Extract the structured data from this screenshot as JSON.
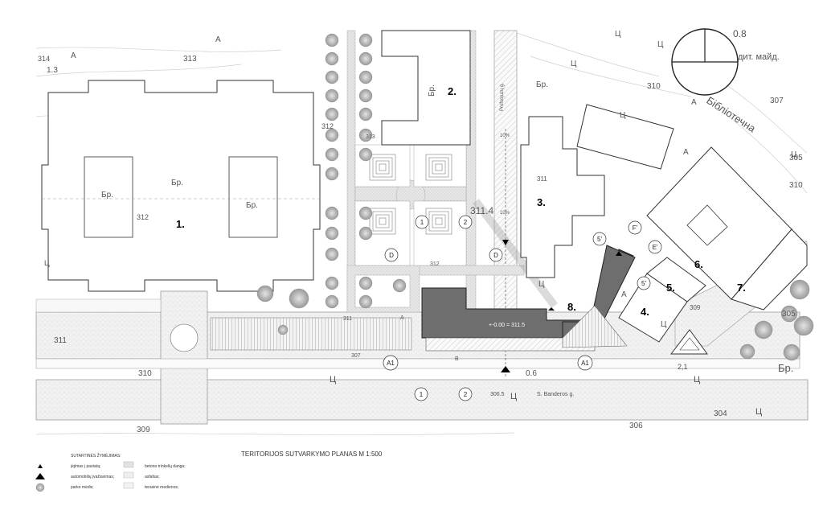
{
  "title": "TERITORIJOS SUTVARKYMO PLANAS M 1:500",
  "top_left_codes": [
    "313",
    "314",
    "1.3",
    "312",
    "311",
    "310",
    "309"
  ],
  "buildings": [
    {
      "id": "b1",
      "number": "1."
    },
    {
      "id": "b2",
      "number": "2."
    },
    {
      "id": "b3",
      "number": "3."
    },
    {
      "id": "b4",
      "number": "4."
    },
    {
      "id": "b5",
      "number": "5."
    },
    {
      "id": "b6",
      "number": "6."
    },
    {
      "id": "b7",
      "number": "7."
    },
    {
      "id": "b8",
      "number": "8."
    }
  ],
  "abbrev": {
    "br": "Бр.",
    "a": "А",
    "ts": "Ц"
  },
  "elevations": {
    "e313": "313",
    "e312a": "312",
    "e312b": "312",
    "e311": "311",
    "e310": "310",
    "e309": "309",
    "e307": "307",
    "e306": "306",
    "e304": "304",
    "e305": "305",
    "e310r": "310",
    "e307r": "307",
    "e305r": "305",
    "e311_4": "311.4",
    "e306_5": "306.5",
    "e0_6": "0.6",
    "e2_1": "2,1",
    "level": "+-0.00 = 311.5",
    "e313b": "313",
    "e311b": "311"
  },
  "streets": {
    "profsoyuz": "Profsojuzų g.",
    "bandera": "S. Banderos g.",
    "biblioteka": "Бібліотечна"
  },
  "slope": "10%",
  "grid_markers": [
    "1",
    "2",
    "1",
    "2",
    "D",
    "D",
    "A1",
    "A1",
    "5'",
    "5'",
    "E'",
    "F'"
  ],
  "section_letters": {
    "a": "A",
    "b": "B"
  },
  "compass": {
    "value": "0.8",
    "label": "дит. майд."
  },
  "legend": {
    "heading": "SUTARTINĖS ŽYMĖJIMAS:",
    "col1": [
      "įėjimas į pastatą;",
      "automobilių įvažiavimas;",
      "parko medis;"
    ],
    "col2": [
      "betono trinkelių danga;",
      "asfaltas;",
      "terasinė medienos;"
    ]
  }
}
